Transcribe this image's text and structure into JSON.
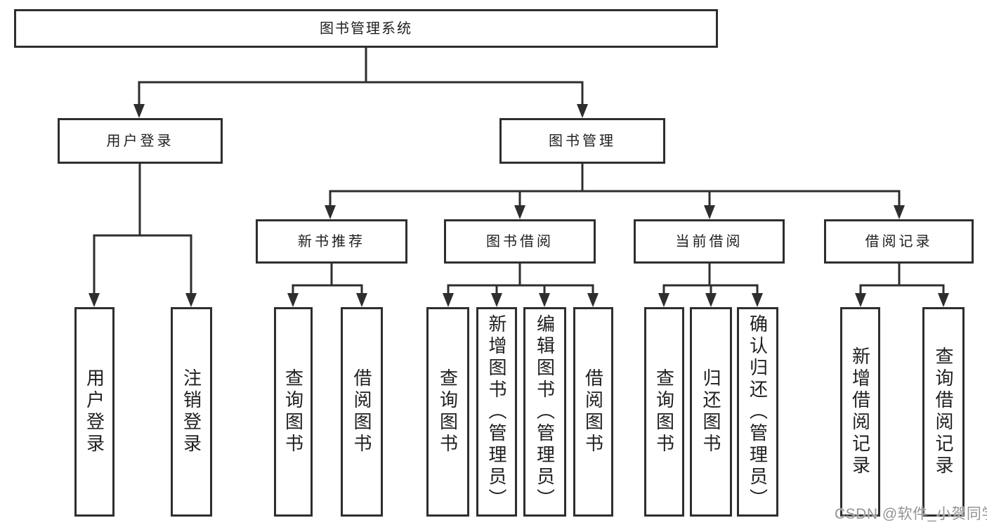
{
  "diagram_type": "hierarchy-tree",
  "colors": {
    "line": "#2e2e2e",
    "box_border": "#2e2e2e",
    "text": "#1f1f1f",
    "background": "#ffffff",
    "watermark": "#949494"
  },
  "tree": {
    "label": "图书管理系统",
    "children": [
      {
        "label": "用户登录",
        "children": [
          {
            "label": "用户登录"
          },
          {
            "label": "注销登录"
          }
        ]
      },
      {
        "label": "图书管理",
        "children": [
          {
            "label": "新书推荐",
            "children": [
              {
                "label": "查询图书"
              },
              {
                "label": "借阅图书"
              }
            ]
          },
          {
            "label": "图书借阅",
            "children": [
              {
                "label": "查询图书"
              },
              {
                "label": "新增图书（管理员）"
              },
              {
                "label": "编辑图书（管理员）"
              },
              {
                "label": "借阅图书"
              }
            ]
          },
          {
            "label": "当前借阅",
            "children": [
              {
                "label": "查询图书"
              },
              {
                "label": "归还图书"
              },
              {
                "label": "确认归还（管理员）"
              }
            ]
          },
          {
            "label": "借阅记录",
            "children": [
              {
                "label": "新增借阅记录"
              },
              {
                "label": "查询借阅记录"
              }
            ]
          }
        ]
      }
    ]
  },
  "watermark": {
    "text": "CSDN @软件_小贺同学"
  }
}
